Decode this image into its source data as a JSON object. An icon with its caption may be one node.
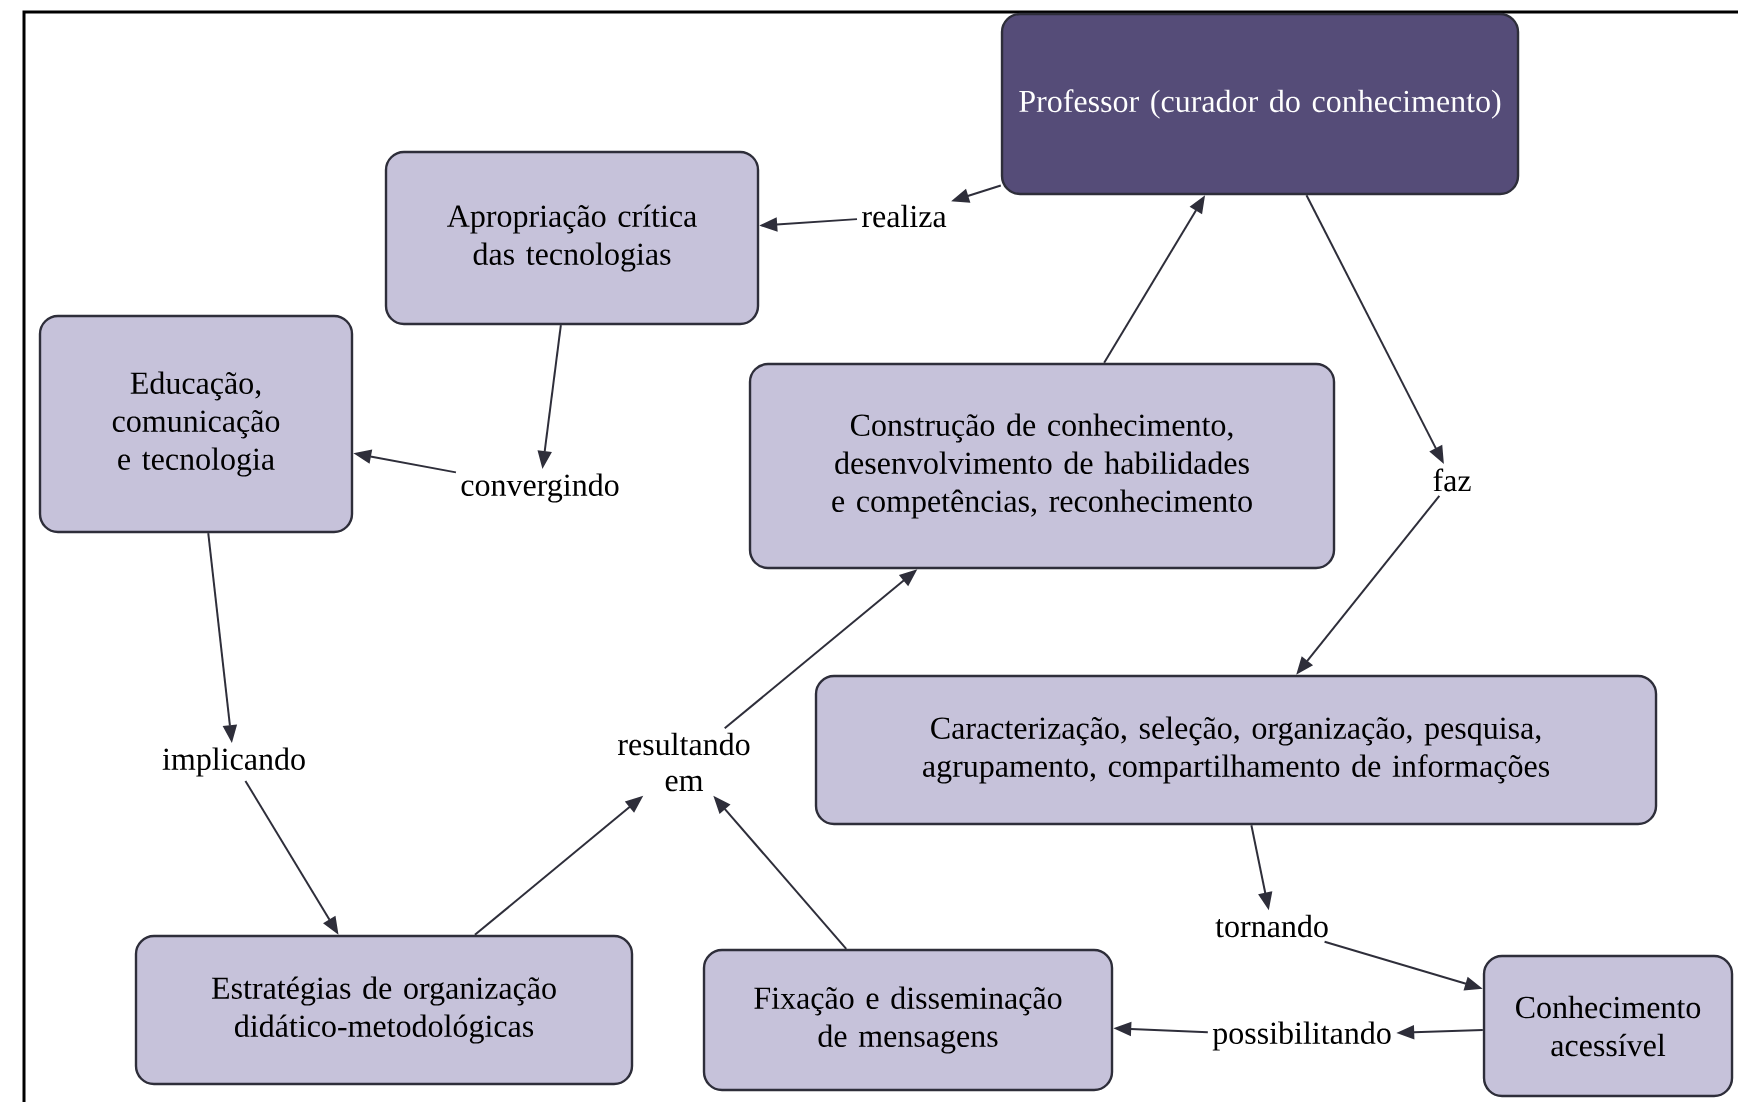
{
  "diagram": {
    "nodes": [
      {
        "text": [
          "Professor (curador do conhecimento)"
        ]
      },
      {
        "text": [
          "realiza"
        ]
      },
      {
        "text": [
          "Apropriação crítica das tecnologias"
        ]
      },
      {
        "text": [
          "convergindo"
        ]
      },
      {
        "text": [
          "Educação, comunicação e tecnologia"
        ]
      },
      {
        "text": [
          "Construção de conhecimento, desenvolvimento de habilidades e competências, reconhecimento"
        ]
      },
      {
        "text": [
          "faz"
        ]
      },
      {
        "text": [
          "Caracterização, seleção, organização, pesquisa, agrupamento, compartilhamento de informações"
        ]
      },
      {
        "text": [
          "implicando"
        ]
      },
      {
        "text": [
          "resultando em"
        ]
      },
      {
        "text": [
          "Estratégias de organização didático-metodológicas"
        ]
      },
      {
        "text": [
          "Fixação e disseminação de mensagens"
        ]
      },
      {
        "text": [
          "tornando"
        ]
      },
      {
        "text": [
          "Conhecimento acessível"
        ]
      },
      {
        "text": [
          "possibilitando"
        ]
      }
    ],
    "edges": [
      {
        "from": 0,
        "to": 1,
        "arrow": "to"
      },
      {
        "from": 1,
        "to": 2,
        "arrow": "to"
      },
      {
        "from": 2,
        "to": 3,
        "arrow": "to"
      },
      {
        "from": 3,
        "to": 4,
        "arrow": "to"
      },
      {
        "from": 4,
        "to": 8,
        "arrow": "to"
      },
      {
        "from": 8,
        "to": 10,
        "arrow": "to"
      },
      {
        "from": 10,
        "to": 9,
        "arrow": "to"
      },
      {
        "from": 11,
        "to": 9,
        "arrow": "to"
      },
      {
        "from": 9,
        "to": 5,
        "arrow": "to"
      },
      {
        "from": 5,
        "to": 0,
        "arrow": "to"
      },
      {
        "from": 0,
        "to": 6,
        "arrow": "to"
      },
      {
        "from": 6,
        "to": 7,
        "arrow": "to"
      },
      {
        "from": 7,
        "to": 12,
        "arrow": "to"
      },
      {
        "from": 12,
        "to": 13,
        "arrow": "to"
      },
      {
        "from": 13,
        "to": 14,
        "arrow": "to"
      },
      {
        "from": 14,
        "to": 11,
        "arrow": "to"
      }
    ]
  }
}
